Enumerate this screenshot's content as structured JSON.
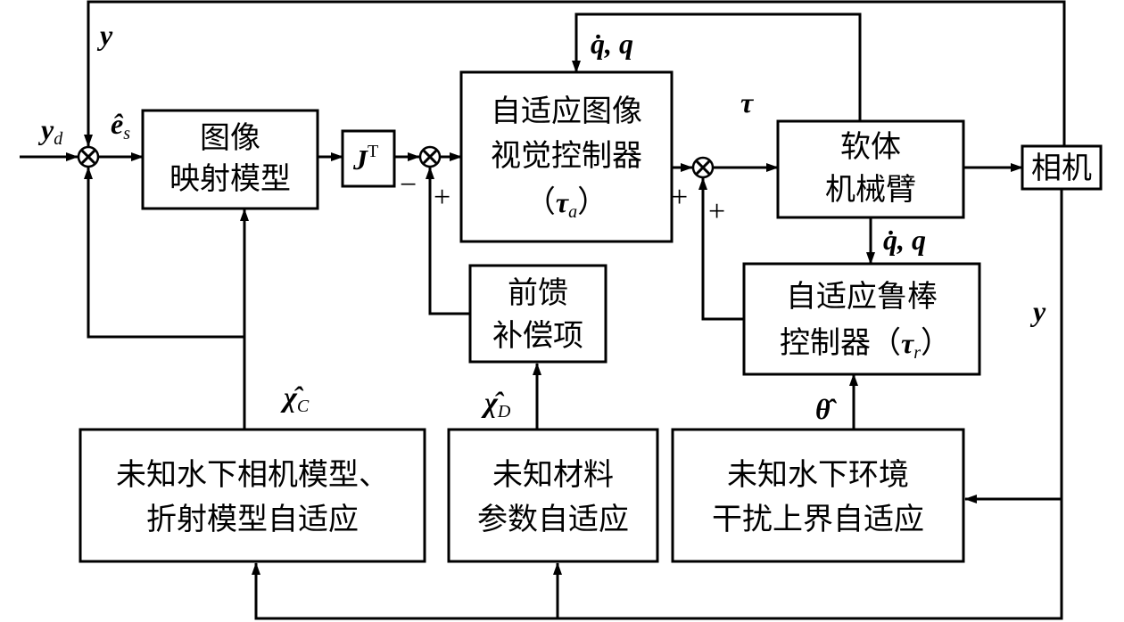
{
  "blocks": {
    "image_mapping": [
      "图像",
      "映射模型"
    ],
    "jacobian": {
      "base": "J",
      "sup": "T"
    },
    "adaptive_visual": {
      "line1": "自适应图像",
      "line2": "视觉控制器",
      "open": "（",
      "sym": "τ",
      "sub": "a",
      "close": "）"
    },
    "soft_arm": [
      "软体",
      "机械臂"
    ],
    "camera": "相机",
    "feedforward": [
      "前馈",
      "补偿项"
    ],
    "robust": {
      "line1": "自适应鲁棒",
      "line2": "控制器（",
      "sym": "τ",
      "sub": "r",
      "close": "）"
    },
    "camera_model_adapt": [
      "未知水下相机模型、",
      "折射模型自适应"
    ],
    "material_adapt": [
      "未知材料",
      "参数自适应"
    ],
    "disturbance_adapt": [
      "未知水下环境",
      "干扰上界自适应"
    ]
  },
  "signals": {
    "yd": {
      "base": "y",
      "sub": "d"
    },
    "y_top": "y",
    "y_right": "y",
    "es": {
      "base": "ê",
      "sub": "s"
    },
    "tau": "τ",
    "qdq_top": "q̇,  q",
    "qdq_mid": "q̇,  q",
    "chi_c": {
      "base": "χ̂",
      "sub": "C"
    },
    "chi_d": {
      "base": "χ̂",
      "sub": "D"
    },
    "theta": "θ̂"
  },
  "signs": {
    "sum2_minus": "−",
    "sum2_plus": "+",
    "sum3_plus_left": "+",
    "sum3_plus_bottom": "+"
  }
}
